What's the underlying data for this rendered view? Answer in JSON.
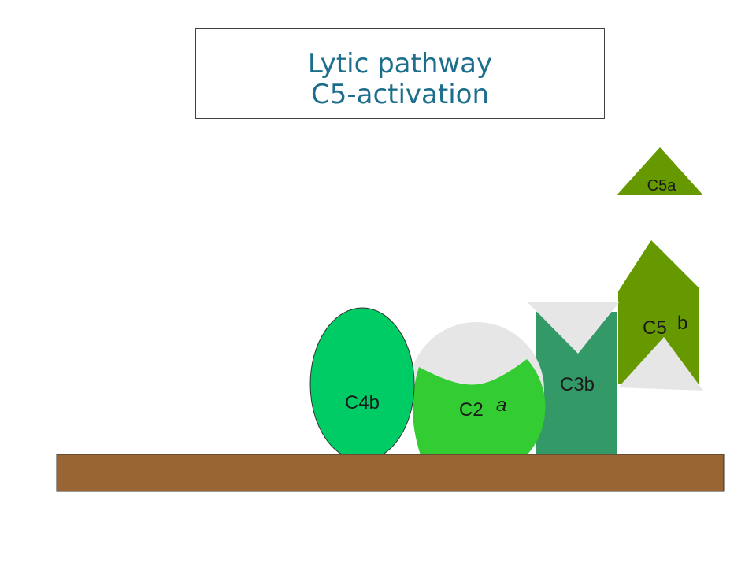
{
  "title": {
    "line1": "Lytic pathway",
    "line2": "C5-activation"
  },
  "labels": {
    "c4b": "C4b",
    "c2_main": "C2",
    "c2_sub": "a",
    "c3b": "C3b",
    "c5_main": "C5",
    "c5_sub": "b",
    "c5a": "C5a"
  },
  "colors": {
    "title_text": "#1c6e8c",
    "membrane": "#996633",
    "c4b": "#00cc66",
    "c2a": "#33cc33",
    "c3b": "#339966",
    "c5b": "#669900",
    "c5a": "#669900",
    "cleft": "#e6e6e6"
  }
}
